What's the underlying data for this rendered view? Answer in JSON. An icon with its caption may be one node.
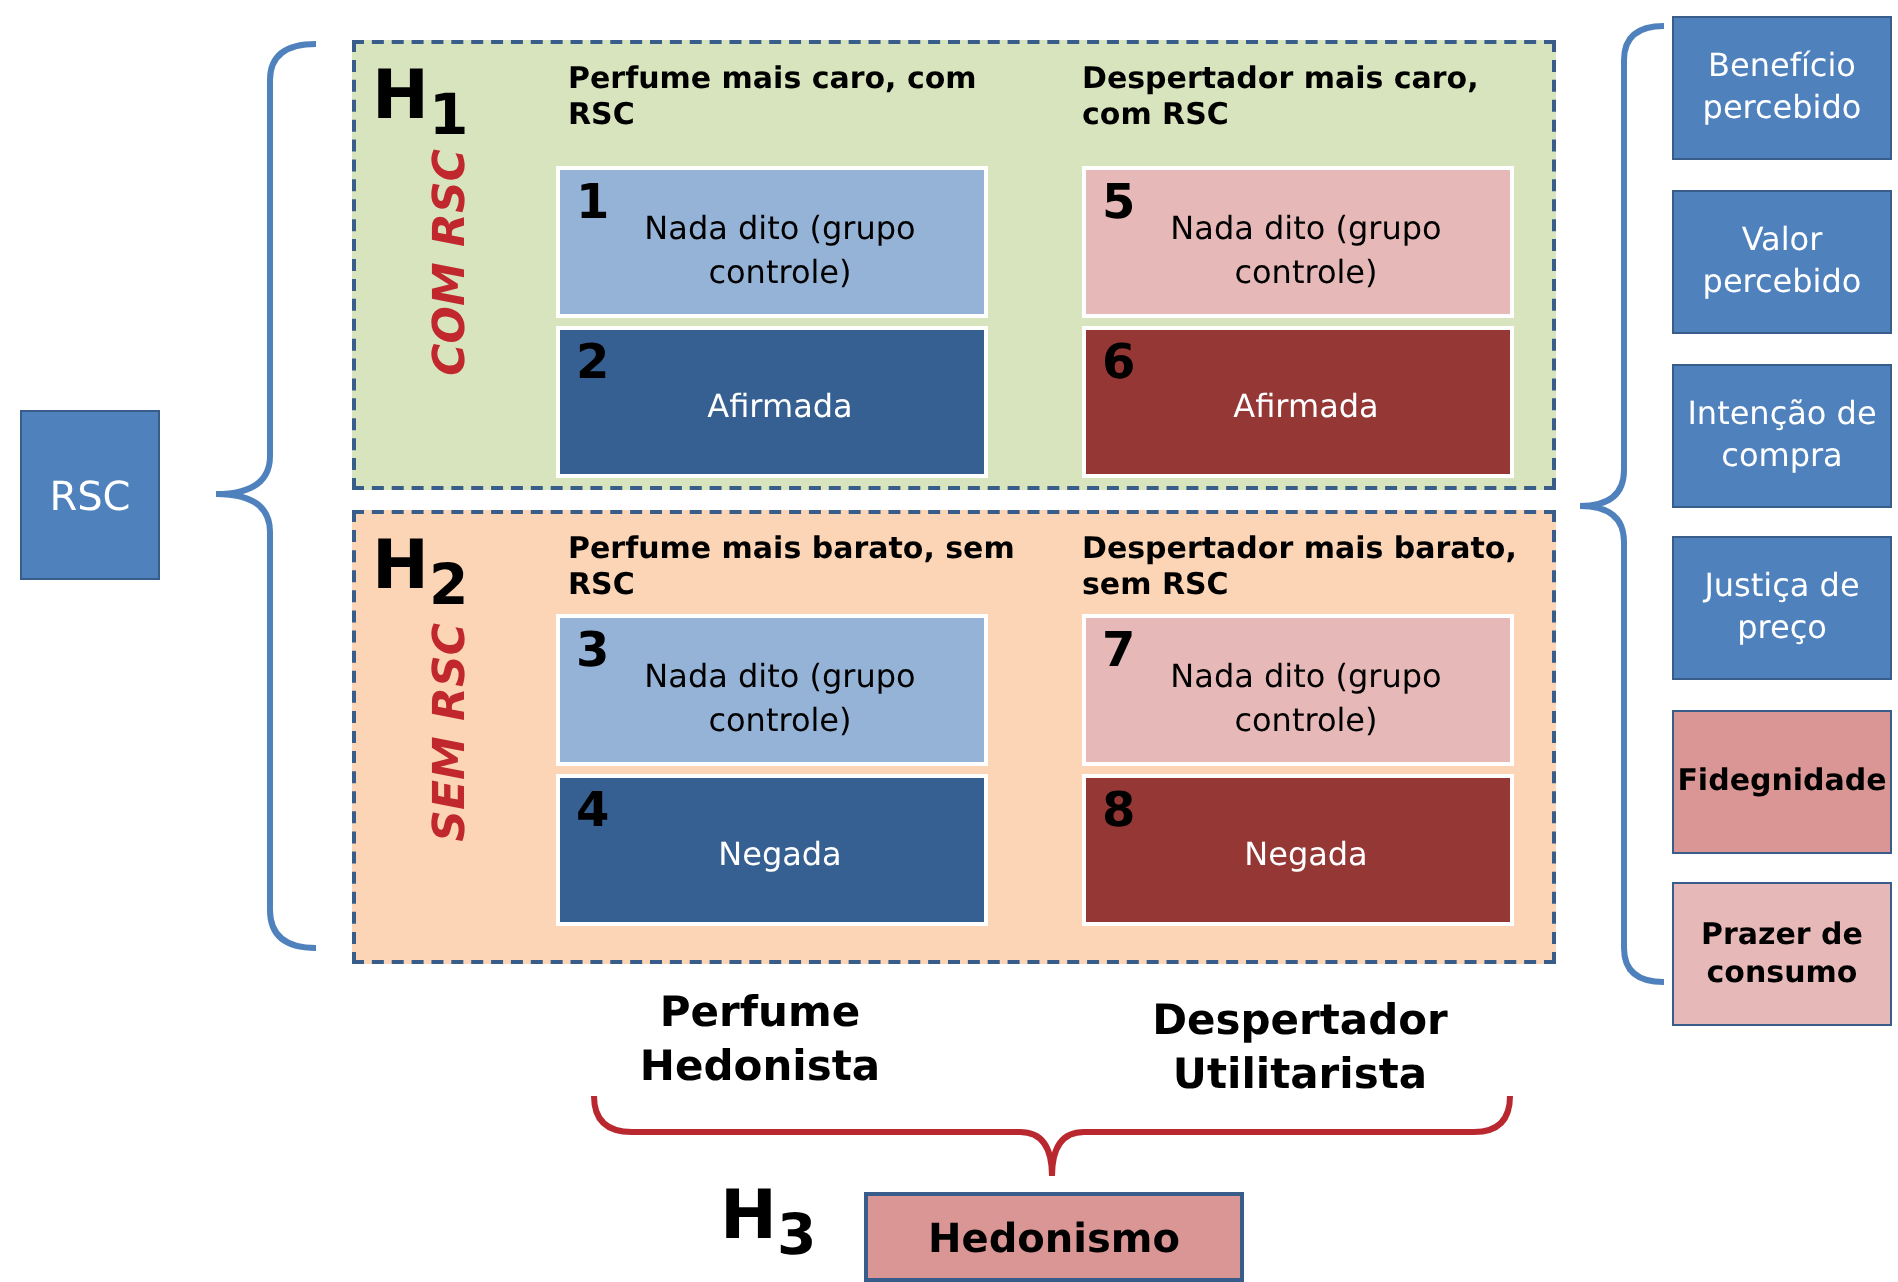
{
  "diagram": {
    "nodes": [
      {
        "text": [
          "RSC"
        ]
      },
      {
        "text": [
          "H$_{1}$",
          "COM RSC",
          "Perfume mais caro, com RSC",
          "Despertador mais caro, com RSC"
        ]
      },
      {
        "text": [
          "1",
          "Nada dito (grupo controle)"
        ],
        "in": 1
      },
      {
        "text": [
          "2",
          "Afirmada"
        ],
        "in": 1
      },
      {
        "text": [
          "5",
          "Nada dito (grupo controle)"
        ],
        "in": 1
      },
      {
        "text": [
          "6",
          "Afirmada"
        ],
        "in": 1
      },
      {
        "text": [
          "H$_{2}$",
          "SEM RSC",
          "Perfume mais barato, sem RSC",
          "Despertador mais barato, sem RSC"
        ]
      },
      {
        "text": [
          "3",
          "Nada dito (grupo controle)"
        ],
        "in": 6
      },
      {
        "text": [
          "4",
          "Negada"
        ],
        "in": 6
      },
      {
        "text": [
          "7",
          "Nada dito (grupo controle)"
        ],
        "in": 6
      },
      {
        "text": [
          "8",
          "Negada"
        ],
        "in": 6
      },
      {
        "text": [
          "Benefício percebido"
        ]
      },
      {
        "text": [
          "Valor percebido"
        ]
      },
      {
        "text": [
          "Intenção de compra"
        ]
      },
      {
        "text": [
          "Justiça de preço"
        ]
      },
      {
        "text": [
          "Fidegnidade"
        ]
      },
      {
        "text": [
          "Prazer de consumo"
        ]
      },
      {
        "text": [
          "Hedonismo"
        ],
        "beside": [
          "H$_{3}$"
        ]
      }
    ],
    "labels": [
      "Perfume Hedonista",
      "Despertador Utilitarista"
    ]
  }
}
